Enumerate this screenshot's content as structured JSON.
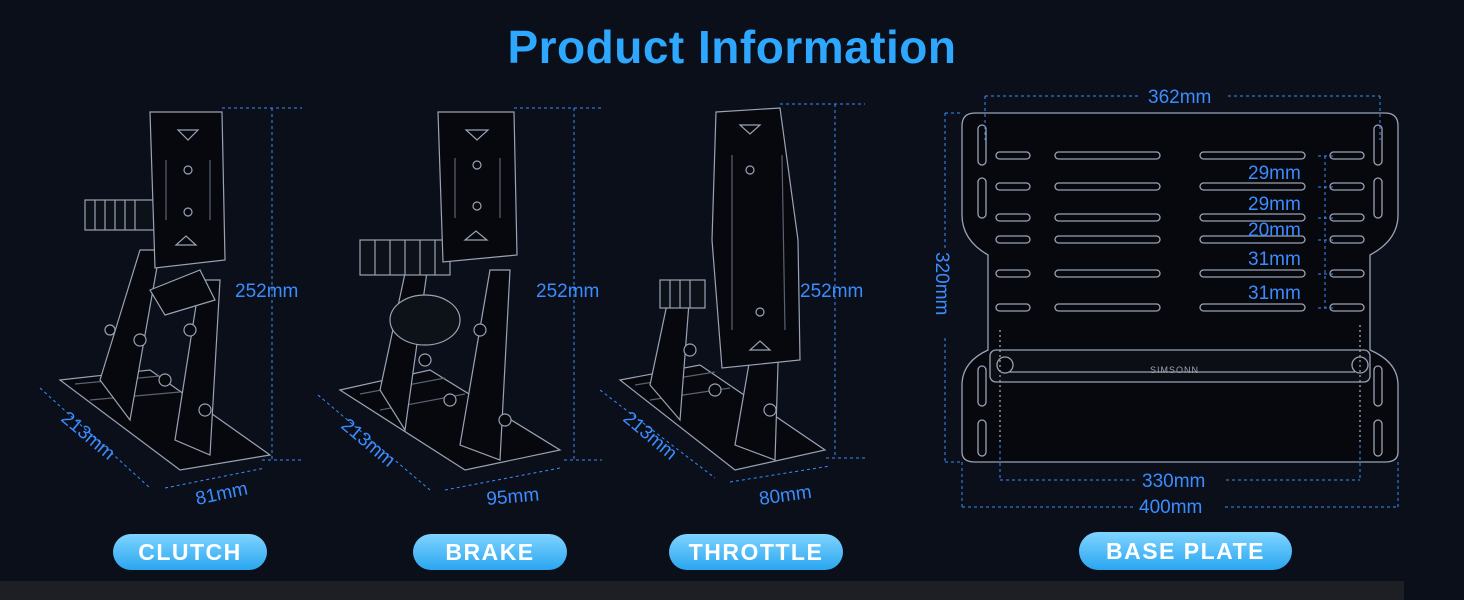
{
  "page": {
    "title": "Product Information"
  },
  "colors": {
    "accent": "#2ea8ff",
    "dimension": "#3b8cff",
    "pill_start": "#7fd4ff",
    "pill_end": "#2aa6f0",
    "background": "#0b0f1a"
  },
  "products": [
    {
      "label": "CLUTCH",
      "height": "252mm",
      "depth": "213mm",
      "width": "81mm"
    },
    {
      "label": "BRAKE",
      "height": "252mm",
      "depth": "213mm",
      "width": "95mm"
    },
    {
      "label": "THROTTLE",
      "height": "252mm",
      "depth": "213mm",
      "width": "80mm"
    }
  ],
  "base_plate": {
    "label": "BASE PLATE",
    "brand": "SIMSONN",
    "top_width": "362mm",
    "height": "320mm",
    "slot_spacings": [
      "29mm",
      "29mm",
      "20mm",
      "31mm",
      "31mm"
    ],
    "inner_width": "330mm",
    "outer_width": "400mm"
  }
}
